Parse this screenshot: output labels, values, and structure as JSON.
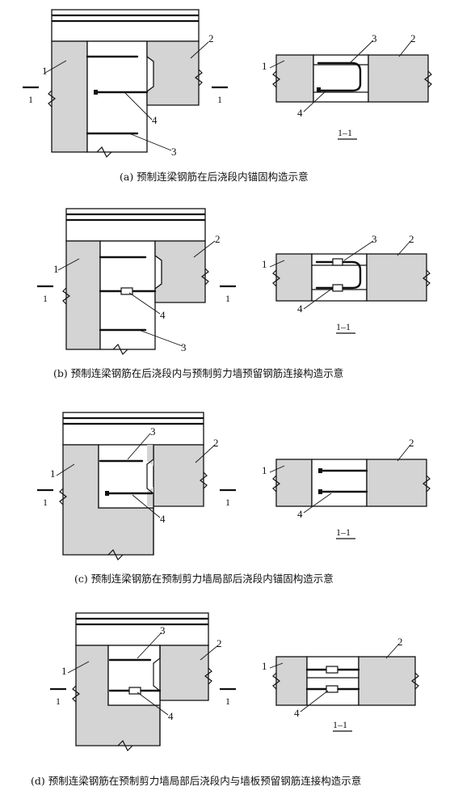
{
  "labels": {
    "wall_precast": "1",
    "beam": "2",
    "rebar_anchor": "3",
    "rebar_connect": "4",
    "section_mark": "1",
    "section_title": "1–1"
  },
  "captions": {
    "a": "(a) 预制连梁钢筋在后浇段内锚固构造示意",
    "b": "(b) 预制连梁钢筋在后浇段内与预制剪力墙预留钢筋连接构造示意",
    "c": "(c) 预制连梁钢筋在预制剪力墙局部后浇段内锚固构造示意",
    "d": "(d) 预制连梁钢筋在预制剪力墙局部后浇段内与墙板预留钢筋连接构造示意"
  }
}
